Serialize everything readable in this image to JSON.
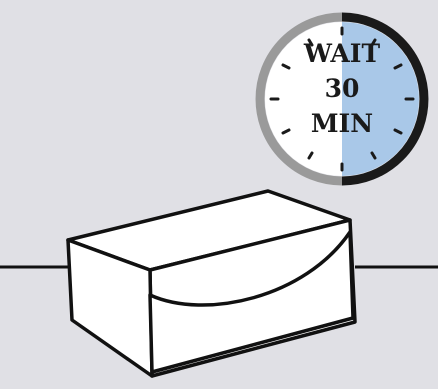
{
  "timer": {
    "line1": "WAIT",
    "line2": "30",
    "line3": "MIN",
    "elapsed_fraction": 0.5,
    "colors": {
      "elapsed_fill": "#a9c8e8",
      "outer_ring_dark": "#1a1a1a",
      "outer_ring_gray": "#9a9a9a",
      "face": "#ffffff"
    },
    "icon": "stopwatch-icon"
  },
  "illustration": {
    "object": "soap-bar-icon",
    "background_color": "#e0e0e5"
  }
}
